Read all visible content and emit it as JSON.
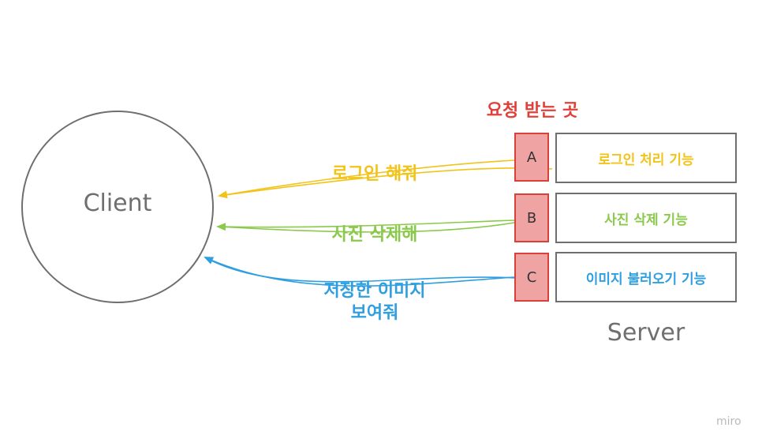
{
  "client": {
    "label": "Client"
  },
  "server": {
    "label": "Server"
  },
  "receive_point_label": "요청 받는 곳",
  "endpoints": [
    {
      "id": "A",
      "feature": "로그인 처리 기능",
      "response": "로그인 해줘",
      "color": "#f2c318"
    },
    {
      "id": "B",
      "feature": "사진 삭제 기능",
      "response": "사진 삭제해",
      "color": "#8ac94b"
    },
    {
      "id": "C",
      "feature": "이미지 불러오기 기능",
      "response_line1": "저장한 이미지",
      "response_line2": "보여줘",
      "color": "#2f9fe0"
    }
  ],
  "watermark": "miro"
}
